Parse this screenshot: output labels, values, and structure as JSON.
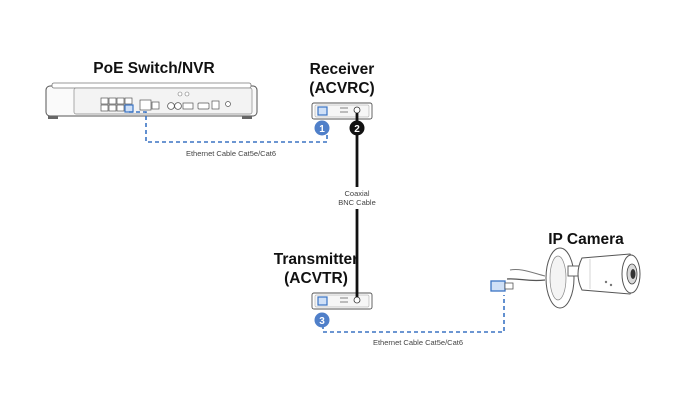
{
  "titles": {
    "nvr": "PoE Switch/NVR",
    "receiver_line1": "Receiver",
    "receiver_line2": "(ACVRC)",
    "transmitter_line1": "Transmitter",
    "transmitter_line2": "(ACVTR)",
    "camera": "IP Camera"
  },
  "cables": {
    "top_ethernet": "Ethernet Cable Cat5e/Cat6",
    "coax_line1": "Coaxial",
    "coax_line2": "BNC Cable",
    "bottom_ethernet": "Ethernet Cable Cat5e/Cat6"
  },
  "steps": [
    "1",
    "2",
    "3"
  ],
  "colors": {
    "ethernet": "#3b74c4",
    "step_badge_blue": "#4f7fc9",
    "step_badge_black": "#111111",
    "coax": "#111111"
  }
}
